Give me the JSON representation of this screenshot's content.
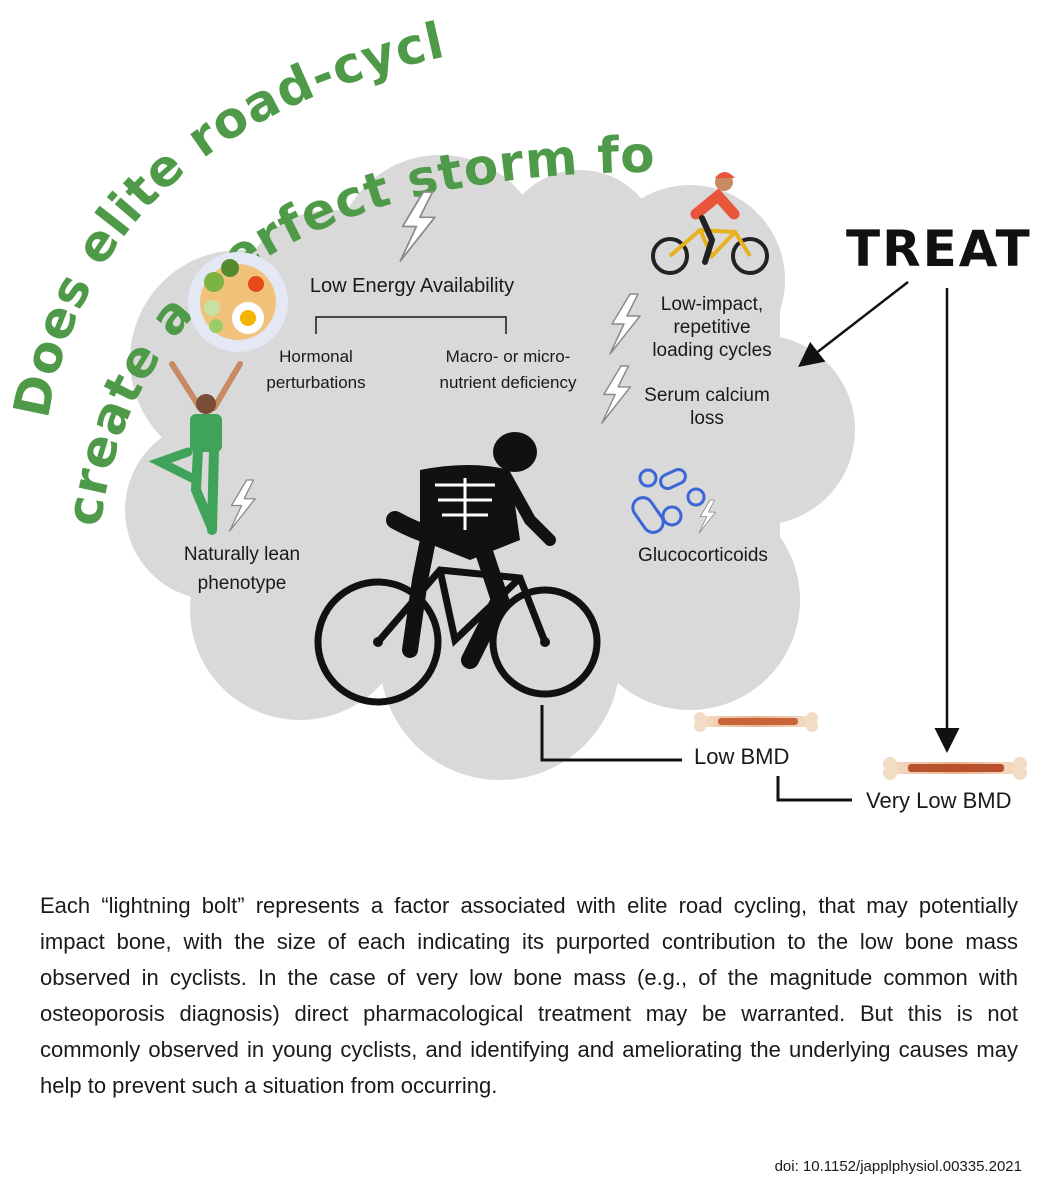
{
  "title": {
    "line1": "Does elite road-cycling",
    "line2": "create a perfect storm for bone?"
  },
  "treat_label": "TREAT",
  "factors": {
    "low_energy": "Low Energy Availability",
    "hormonal_line1": "Hormonal",
    "hormonal_line2": "perturbations",
    "nutrient_line1": "Macro- or micro-",
    "nutrient_line2": "nutrient deficiency",
    "loading_line1": "Low-impact,",
    "loading_line2": "repetitive",
    "loading_line3": "loading cycles",
    "calcium_line1": "Serum calcium",
    "calcium_line2": "loss",
    "lean_line1": "Naturally lean",
    "lean_line2": "phenotype",
    "glucocorticoids": "Glucocorticoids"
  },
  "outcomes": {
    "low_bmd": "Low BMD",
    "very_low_bmd": "Very Low BMD"
  },
  "caption": "Each “lightning bolt” represents a factor associated with elite road cycling, that may potentially impact bone, with the size of each indicating its purported contribution to the low bone mass observed in cyclists. In the case of very low bone mass (e.g., of the magnitude common with osteoporosis diagnosis) direct pharmacological treatment may be warranted. But this is not commonly observed in young cyclists, and identifying and ameliorating the underlying causes may help to prevent such a situation from occurring.",
  "doi": "doi: 10.1152/japplphysiol.00335.2021",
  "colors": {
    "title_green": "#4f9a48",
    "cloud_gray": "#d9d9d9",
    "bone": "#c8643a"
  }
}
